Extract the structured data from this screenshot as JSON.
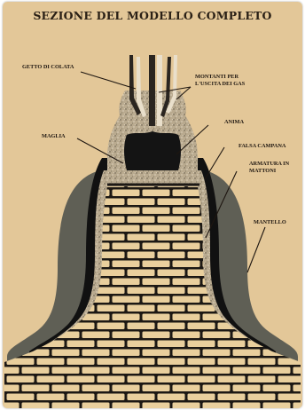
{
  "title": "SEZIONE DEL MODELLO COMPLETO",
  "labels": {
    "getto": "GETTO DI COLATA",
    "montanti_line1": "MONTANTI PER",
    "montanti_line2": "L'USCITA DEI GAS",
    "anima": "ANIMA",
    "maglia": "MAGLIA",
    "falsa": "FALSA CAMPANA",
    "armatura_line1": "ARMATURA IN",
    "armatura_line2": "MATTONI",
    "mantello": "MANTELLO"
  },
  "colors": {
    "background": "#e3c798",
    "mantello": "#5f5f55",
    "falsa_campana": "#111111",
    "anima_fill": "#b7a78b",
    "brick": "#e9cf9d",
    "mortar": "#1c1814"
  }
}
